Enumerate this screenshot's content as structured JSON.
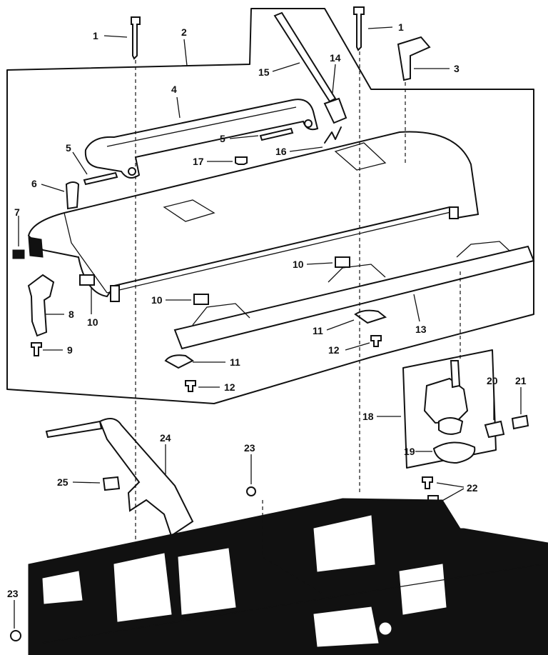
{
  "callouts": {
    "c1a": "1",
    "c1b": "1",
    "c2": "2",
    "c3": "3",
    "c4": "4",
    "c5a": "5",
    "c5b": "5",
    "c6": "6",
    "c7": "7",
    "c8": "8",
    "c9": "9",
    "c10a": "10",
    "c10b": "10",
    "c10c": "10",
    "c11a": "11",
    "c11b": "11",
    "c12a": "12",
    "c12b": "12",
    "c13": "13",
    "c14": "14",
    "c15": "15",
    "c16": "16",
    "c17": "17",
    "c18": "18",
    "c19": "19",
    "c20": "20",
    "c21": "21",
    "c22": "22",
    "c23a": "23",
    "c23b": "23",
    "c24": "24",
    "c25": "25"
  },
  "colors": {
    "ink": "#111111",
    "paper": "#ffffff"
  }
}
